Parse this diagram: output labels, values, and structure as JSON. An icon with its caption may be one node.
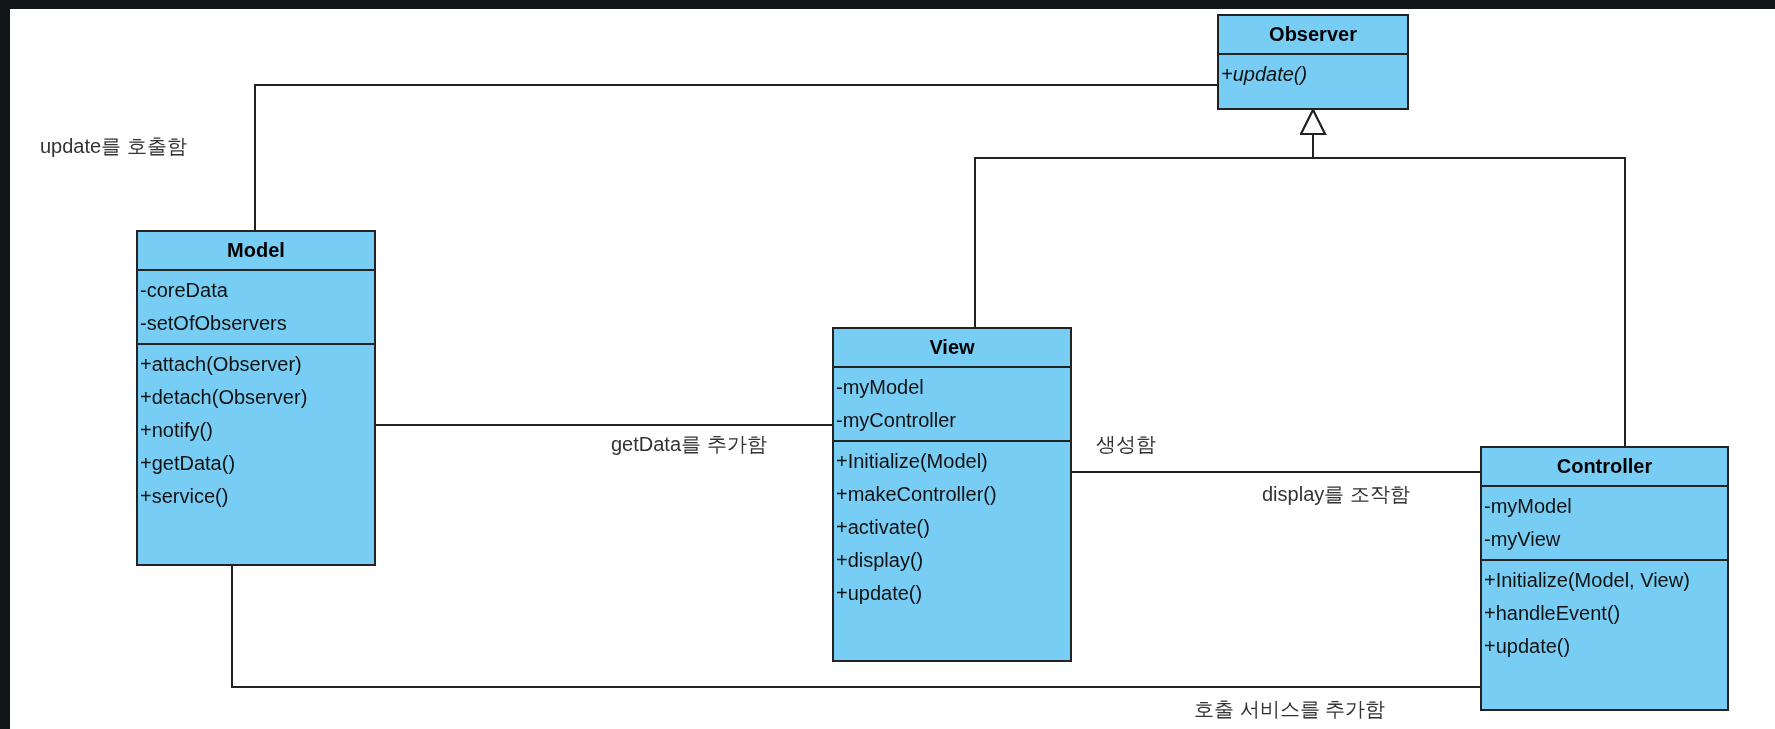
{
  "diagram": {
    "nodes": [
      {
        "text": [
          "Observer",
          "+update()"
        ]
      },
      {
        "text": [
          "Model",
          "-coreData",
          "-setOfObservers",
          "+attach(Observer)",
          "+detach(Observer)",
          "+notify()",
          "+getData()",
          "+service()"
        ]
      },
      {
        "text": [
          "View",
          "-myModel",
          "-myController",
          "+Initialize(Model)",
          "+makeController()",
          "+activate()",
          "+display()",
          "+update()"
        ]
      },
      {
        "text": [
          "Controller",
          "-myModel",
          "-myView",
          "+Initialize(Model, View)",
          "+handleEvent()",
          "+update()"
        ]
      }
    ],
    "edges": [
      {
        "from": 1,
        "to": 0,
        "arrow": "none",
        "label": "update를 호출함"
      },
      {
        "from": 2,
        "to": 0,
        "arrow": "to"
      },
      {
        "from": 3,
        "to": 0,
        "arrow": "to"
      },
      {
        "from": 1,
        "to": 2,
        "arrow": "none",
        "label": "getData를 추가함"
      },
      {
        "from": 2,
        "to": 3,
        "arrow": "none",
        "label": "생성함"
      },
      {
        "from": 1,
        "to": 3,
        "arrow": "none",
        "label": "호출 서비스를 추가함"
      }
    ],
    "labels": [
      "display를 조작함"
    ]
  }
}
